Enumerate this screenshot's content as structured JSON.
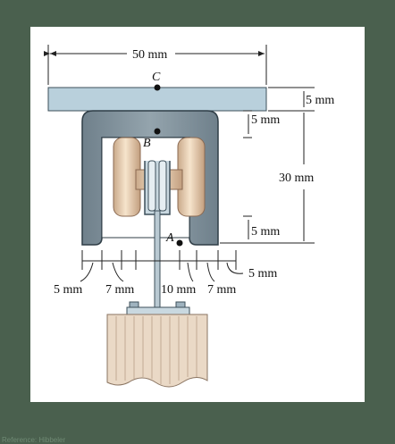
{
  "labels": {
    "point_c": "C",
    "point_b": "B",
    "point_a": "A"
  },
  "dimensions": {
    "overall_width": "50 mm",
    "top_plate_thickness": "5 mm",
    "upper_gap": "5 mm",
    "height": "30 mm",
    "lower_gap": "5 mm",
    "bottom_right": "5 mm",
    "bottom_1": "5 mm",
    "bottom_2": "7 mm",
    "bottom_3": "10 mm",
    "bottom_4": "7 mm"
  },
  "colors": {
    "background": "#4a604e",
    "plate": "#b9d0dc",
    "bracket": "#7e8f99",
    "roller": "#e8cfad",
    "wood": "#ead9c6"
  },
  "caption": "Reference: Hibbeler"
}
